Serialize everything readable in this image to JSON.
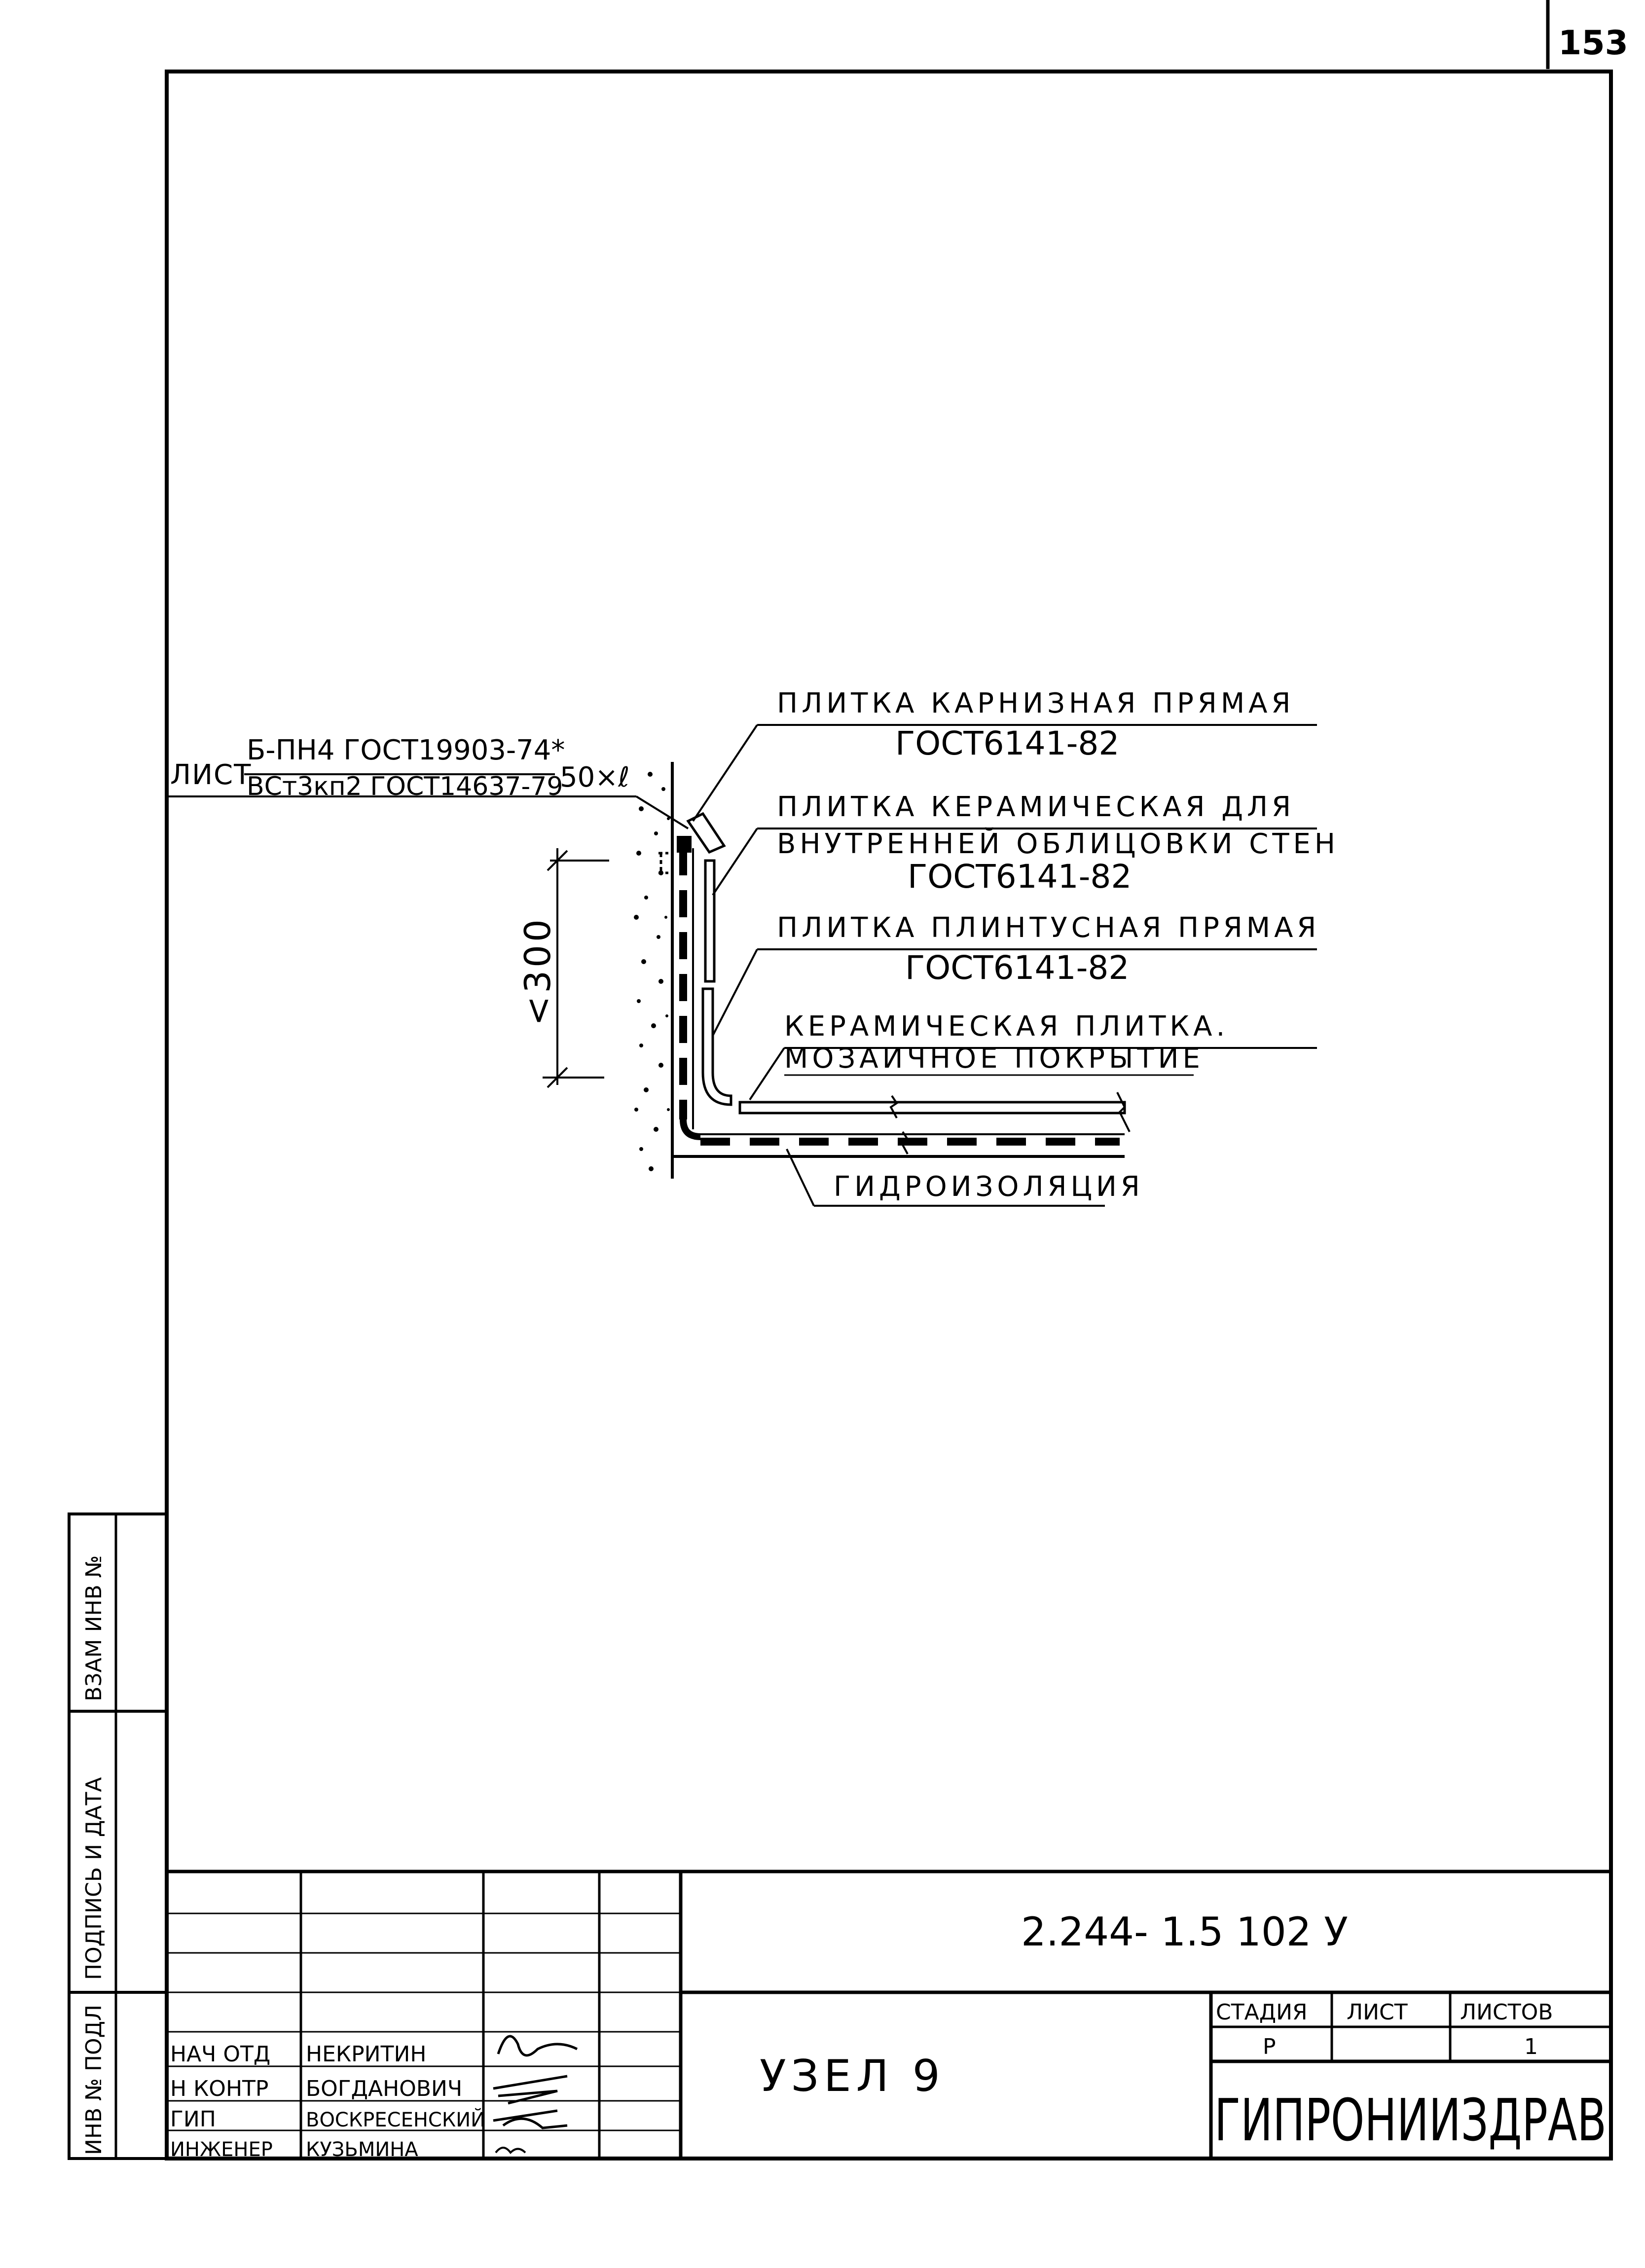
{
  "page_number": "153",
  "labels": {
    "sheet_note": {
      "prefix": "ЛИСТ",
      "top": "Б-ПН4 ГОСТ19903-74*",
      "bottom": "ВСт3кп2 ГОСТ14637-79",
      "size": "50×ℓ"
    },
    "tile_cornice": {
      "line1": "ПЛИТКА КАРНИЗНАЯ ПРЯМАЯ",
      "line2": "ГОСТ6141-82"
    },
    "tile_ceramic": {
      "line1": "ПЛИТКА КЕРАМИЧЕСКАЯ ДЛЯ",
      "line2": "ВНУТРЕННЕЙ ОБЛИЦОВКИ СТЕН",
      "line3": "ГОСТ6141-82"
    },
    "tile_plinth": {
      "line1": "ПЛИТКА ПЛИНТУСНАЯ ПРЯМАЯ",
      "line2": "ГОСТ6141-82"
    },
    "floor_covering": {
      "line1": "КЕРАМИЧЕСКАЯ ПЛИТКА.",
      "line2": "МОЗАИЧНОЕ ПОКРЫТИЕ"
    },
    "waterproofing": "ГИДРОИЗОЛЯЦИЯ",
    "dimension": "<300"
  },
  "side_stamps": [
    "ИНВ № ПОДЛ",
    "ПОДПИСЬ И ДАТА",
    "ВЗАМ ИНВ №"
  ],
  "title_block": {
    "doc_code": "2.244- 1.5 102 У",
    "title": "УЗЕЛ 9",
    "stage_header": "СТАДИЯ",
    "sheet_header": "ЛИСТ",
    "sheets_header": "ЛИСТОВ",
    "stage_value": "Р",
    "sheet_value": "",
    "sheets_value": "1",
    "organization": "ГИПРОНИИЗДРАВ",
    "signers": [
      {
        "role": "НАЧ ОТД",
        "name": "НЕКРИТИН"
      },
      {
        "role": "Н КОНТР",
        "name": "БОГДАНОВИЧ"
      },
      {
        "role": "ГИП",
        "name": "ВОСКРЕСЕНСКИЙ"
      },
      {
        "role": "ИНЖЕНЕР",
        "name": "КУЗЬМИНА"
      }
    ]
  }
}
